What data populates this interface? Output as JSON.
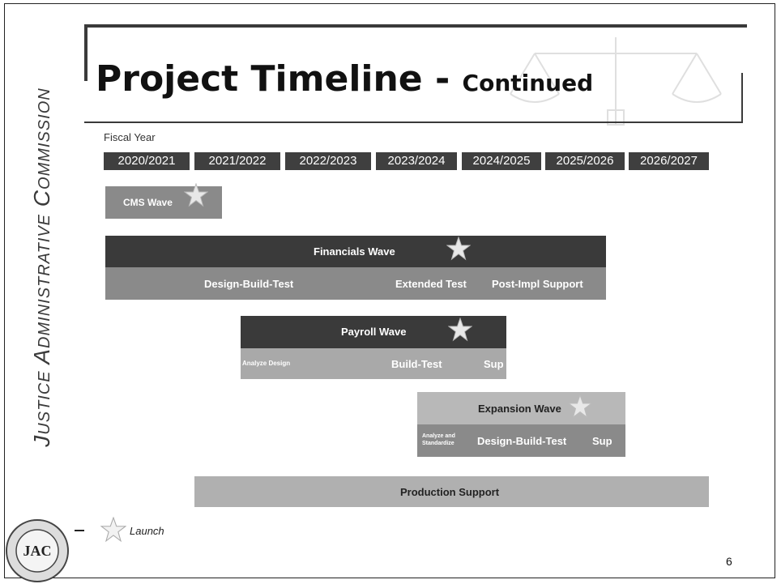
{
  "sidebar": {
    "vertical_title": "Justice Administrative Commission"
  },
  "title": {
    "main": "Project Timeline - ",
    "sub": "Continued"
  },
  "fiscal_year_label": "Fiscal Year",
  "years": [
    "2020/2021",
    "2021/2022",
    "2022/2023",
    "2023/2024",
    "2024/2025",
    "2025/2026",
    "2026/2027"
  ],
  "waves": {
    "cms": {
      "label": "CMS Wave"
    },
    "financials": {
      "label": "Financials Wave",
      "phases": [
        "Design-Build-Test",
        "Extended Test",
        "Post-Impl Support"
      ]
    },
    "payroll": {
      "label": "Payroll Wave",
      "phases": [
        "Analyze Design",
        "Build-Test",
        "Sup"
      ]
    },
    "expansion": {
      "label": "Expansion Wave",
      "phases": [
        "Analyze and Standardize",
        "Design-Build-Test",
        "Sup"
      ]
    },
    "production": {
      "label": "Production Support"
    }
  },
  "legend": {
    "launch_label": "Launch"
  },
  "page_number": "6",
  "colors": {
    "dark": "#3a3a3a",
    "mid": "#8a8a8a",
    "light": "#a9a9a9"
  }
}
